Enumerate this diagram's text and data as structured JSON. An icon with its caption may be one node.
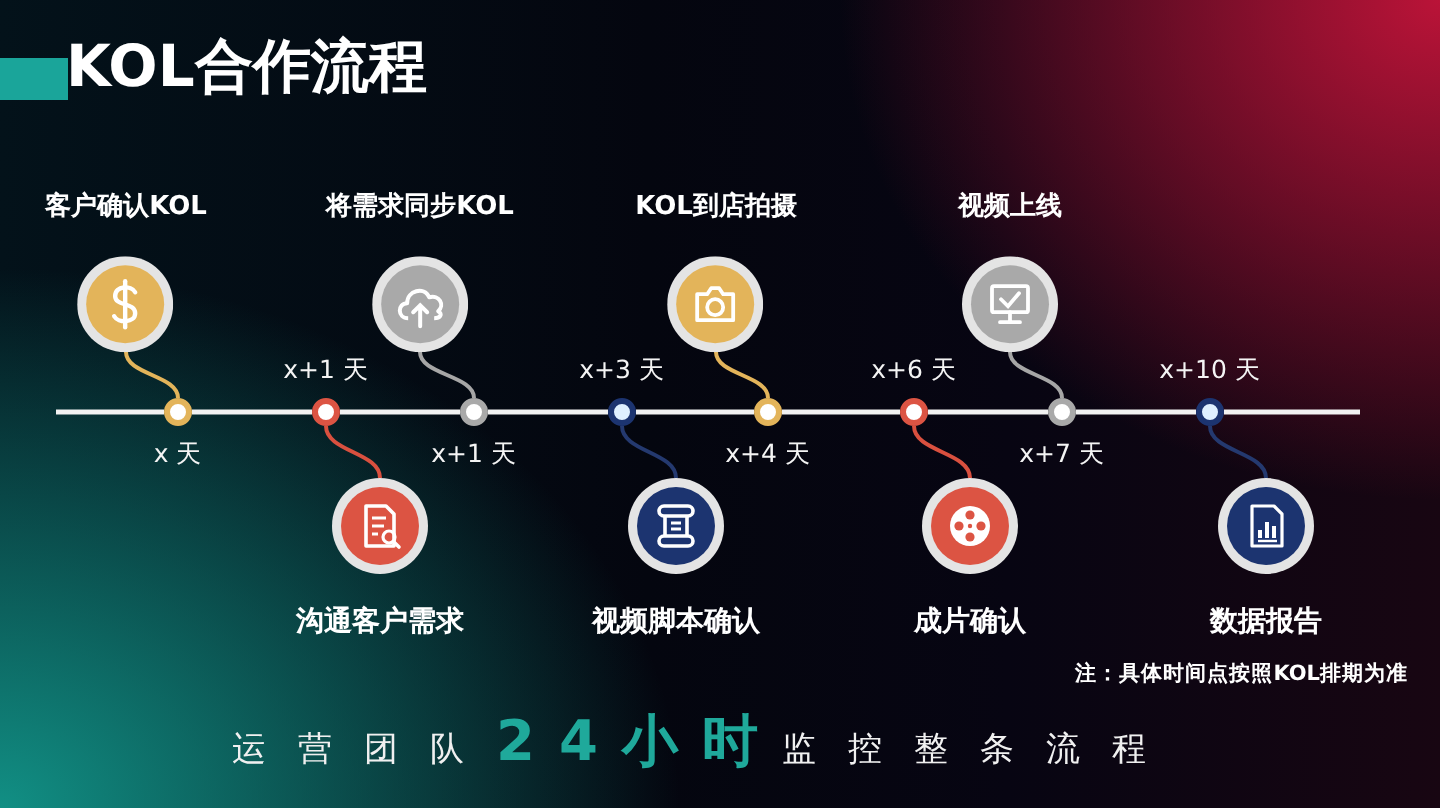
{
  "diagram": {
    "title": "KOL合作流程",
    "nodes": [
      {
        "text": [
          "客户确认KOL"
        ]
      },
      {
        "text": [],
        "shape": "circle",
        "beside": [
          "x 天"
        ]
      },
      {
        "text": [
          "沟通客户需求"
        ]
      },
      {
        "text": [],
        "shape": "circle",
        "beside": [
          "x+1 天"
        ]
      },
      {
        "text": [
          "将需求同步KOL"
        ]
      },
      {
        "text": [],
        "shape": "circle",
        "beside": [
          "x+1 天"
        ]
      },
      {
        "text": [
          "视频脚本确认"
        ]
      },
      {
        "text": [],
        "shape": "circle",
        "beside": [
          "x+3 天"
        ]
      },
      {
        "text": [
          "KOL到店拍摄"
        ]
      },
      {
        "text": [],
        "shape": "circle",
        "beside": [
          "x+4 天"
        ]
      },
      {
        "text": [
          "成片确认"
        ]
      },
      {
        "text": [],
        "shape": "circle",
        "beside": [
          "x+6 天"
        ]
      },
      {
        "text": [
          "视频上线"
        ]
      },
      {
        "text": [],
        "shape": "circle",
        "beside": [
          "x+7 天"
        ]
      },
      {
        "text": [
          "数据报告"
        ]
      },
      {
        "text": [],
        "shape": "circle",
        "beside": [
          "x+10 天"
        ]
      }
    ],
    "edges": [
      {
        "from": 0,
        "to": 1,
        "arrow": "none",
        "color": "#e3b45a"
      },
      {
        "from": 2,
        "to": 3,
        "arrow": "none",
        "color": "#d9503f"
      },
      {
        "from": 4,
        "to": 5,
        "arrow": "none",
        "color": "#a6a6a6"
      },
      {
        "from": 6,
        "to": 7,
        "arrow": "none",
        "color": "#24396f"
      },
      {
        "from": 8,
        "to": 9,
        "arrow": "none",
        "color": "#e3b45a"
      },
      {
        "from": 10,
        "to": 11,
        "arrow": "none",
        "color": "#d9503f"
      },
      {
        "from": 12,
        "to": 13,
        "arrow": "none",
        "color": "#a6a6a6"
      },
      {
        "from": 14,
        "to": 15,
        "arrow": "none",
        "color": "#24396f"
      },
      {
        "from": 1,
        "to": 3,
        "arrow": "none"
      },
      {
        "from": 3,
        "to": 5,
        "arrow": "none"
      },
      {
        "from": 5,
        "to": 7,
        "arrow": "none"
      },
      {
        "from": 7,
        "to": 9,
        "arrow": "none"
      },
      {
        "from": 9,
        "to": 11,
        "arrow": "none"
      },
      {
        "from": 11,
        "to": 13,
        "arrow": "none"
      },
      {
        "from": 13,
        "to": 15,
        "arrow": "none"
      }
    ],
    "labels": [
      "注：具体时间点按照KOL排期为准",
      "运营团队**24小时**监控整条流程"
    ]
  }
}
